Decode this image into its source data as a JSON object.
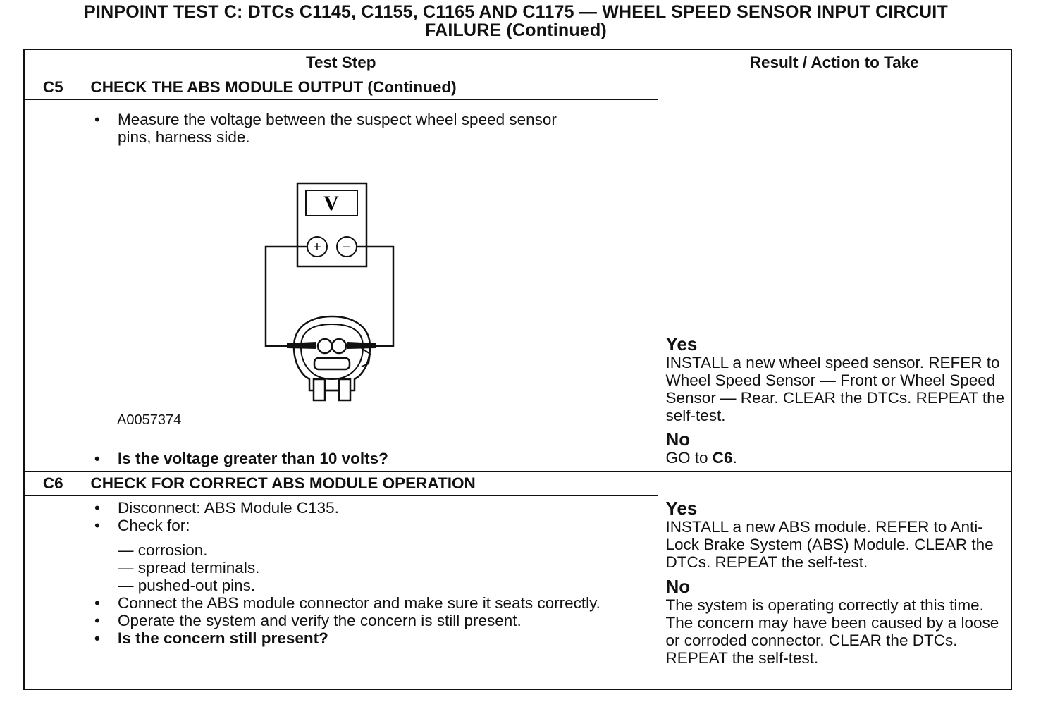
{
  "title": {
    "line1": "PINPOINT TEST  C: DTCs C1145, C1155, C1165 AND C1175 — WHEEL SPEED SENSOR INPUT CIRCUIT",
    "line2": "FAILURE (Continued)"
  },
  "table": {
    "col_test_step": "Test Step",
    "col_result": "Result / Action to Take"
  },
  "c5": {
    "id": "C5",
    "heading": "CHECK THE ABS MODULE OUTPUT (Continued)",
    "bullet1": "Measure the voltage between the suspect wheel speed sensor pins, harness side.",
    "meter_label": "V",
    "plus": "+",
    "minus": "−",
    "figure_id": "A0057374",
    "question": "Is the voltage greater than 10 volts?",
    "yes_label": "Yes",
    "yes_text": "INSTALL a new wheel speed sensor. REFER to Wheel Speed Sensor — Front or Wheel Speed Sensor — Rear. CLEAR the DTCs. REPEAT the self-test.",
    "no_label": "No",
    "no_text_prefix": "GO to ",
    "no_text_target": "C6",
    "no_text_suffix": "."
  },
  "c6": {
    "id": "C6",
    "heading": "CHECK FOR CORRECT ABS MODULE OPERATION",
    "bullet1": "Disconnect: ABS Module C135.",
    "bullet2": "Check for:",
    "sub1": "— corrosion.",
    "sub2": "— spread terminals.",
    "sub3": "— pushed-out pins.",
    "bullet3": "Connect the ABS module connector and make sure it seats correctly.",
    "bullet4": "Operate the system and verify the concern is still present.",
    "bullet5": "Is the concern still present?",
    "yes_label": "Yes",
    "yes_text": "INSTALL a new ABS module. REFER to Anti-Lock Brake System (ABS) Module. CLEAR the DTCs. REPEAT the self-test.",
    "no_label": "No",
    "no_text": "The system is operating correctly at this time. The concern may have been caused by a loose or corroded connector. CLEAR the DTCs. REPEAT the self-test."
  },
  "bullet_char": "•"
}
